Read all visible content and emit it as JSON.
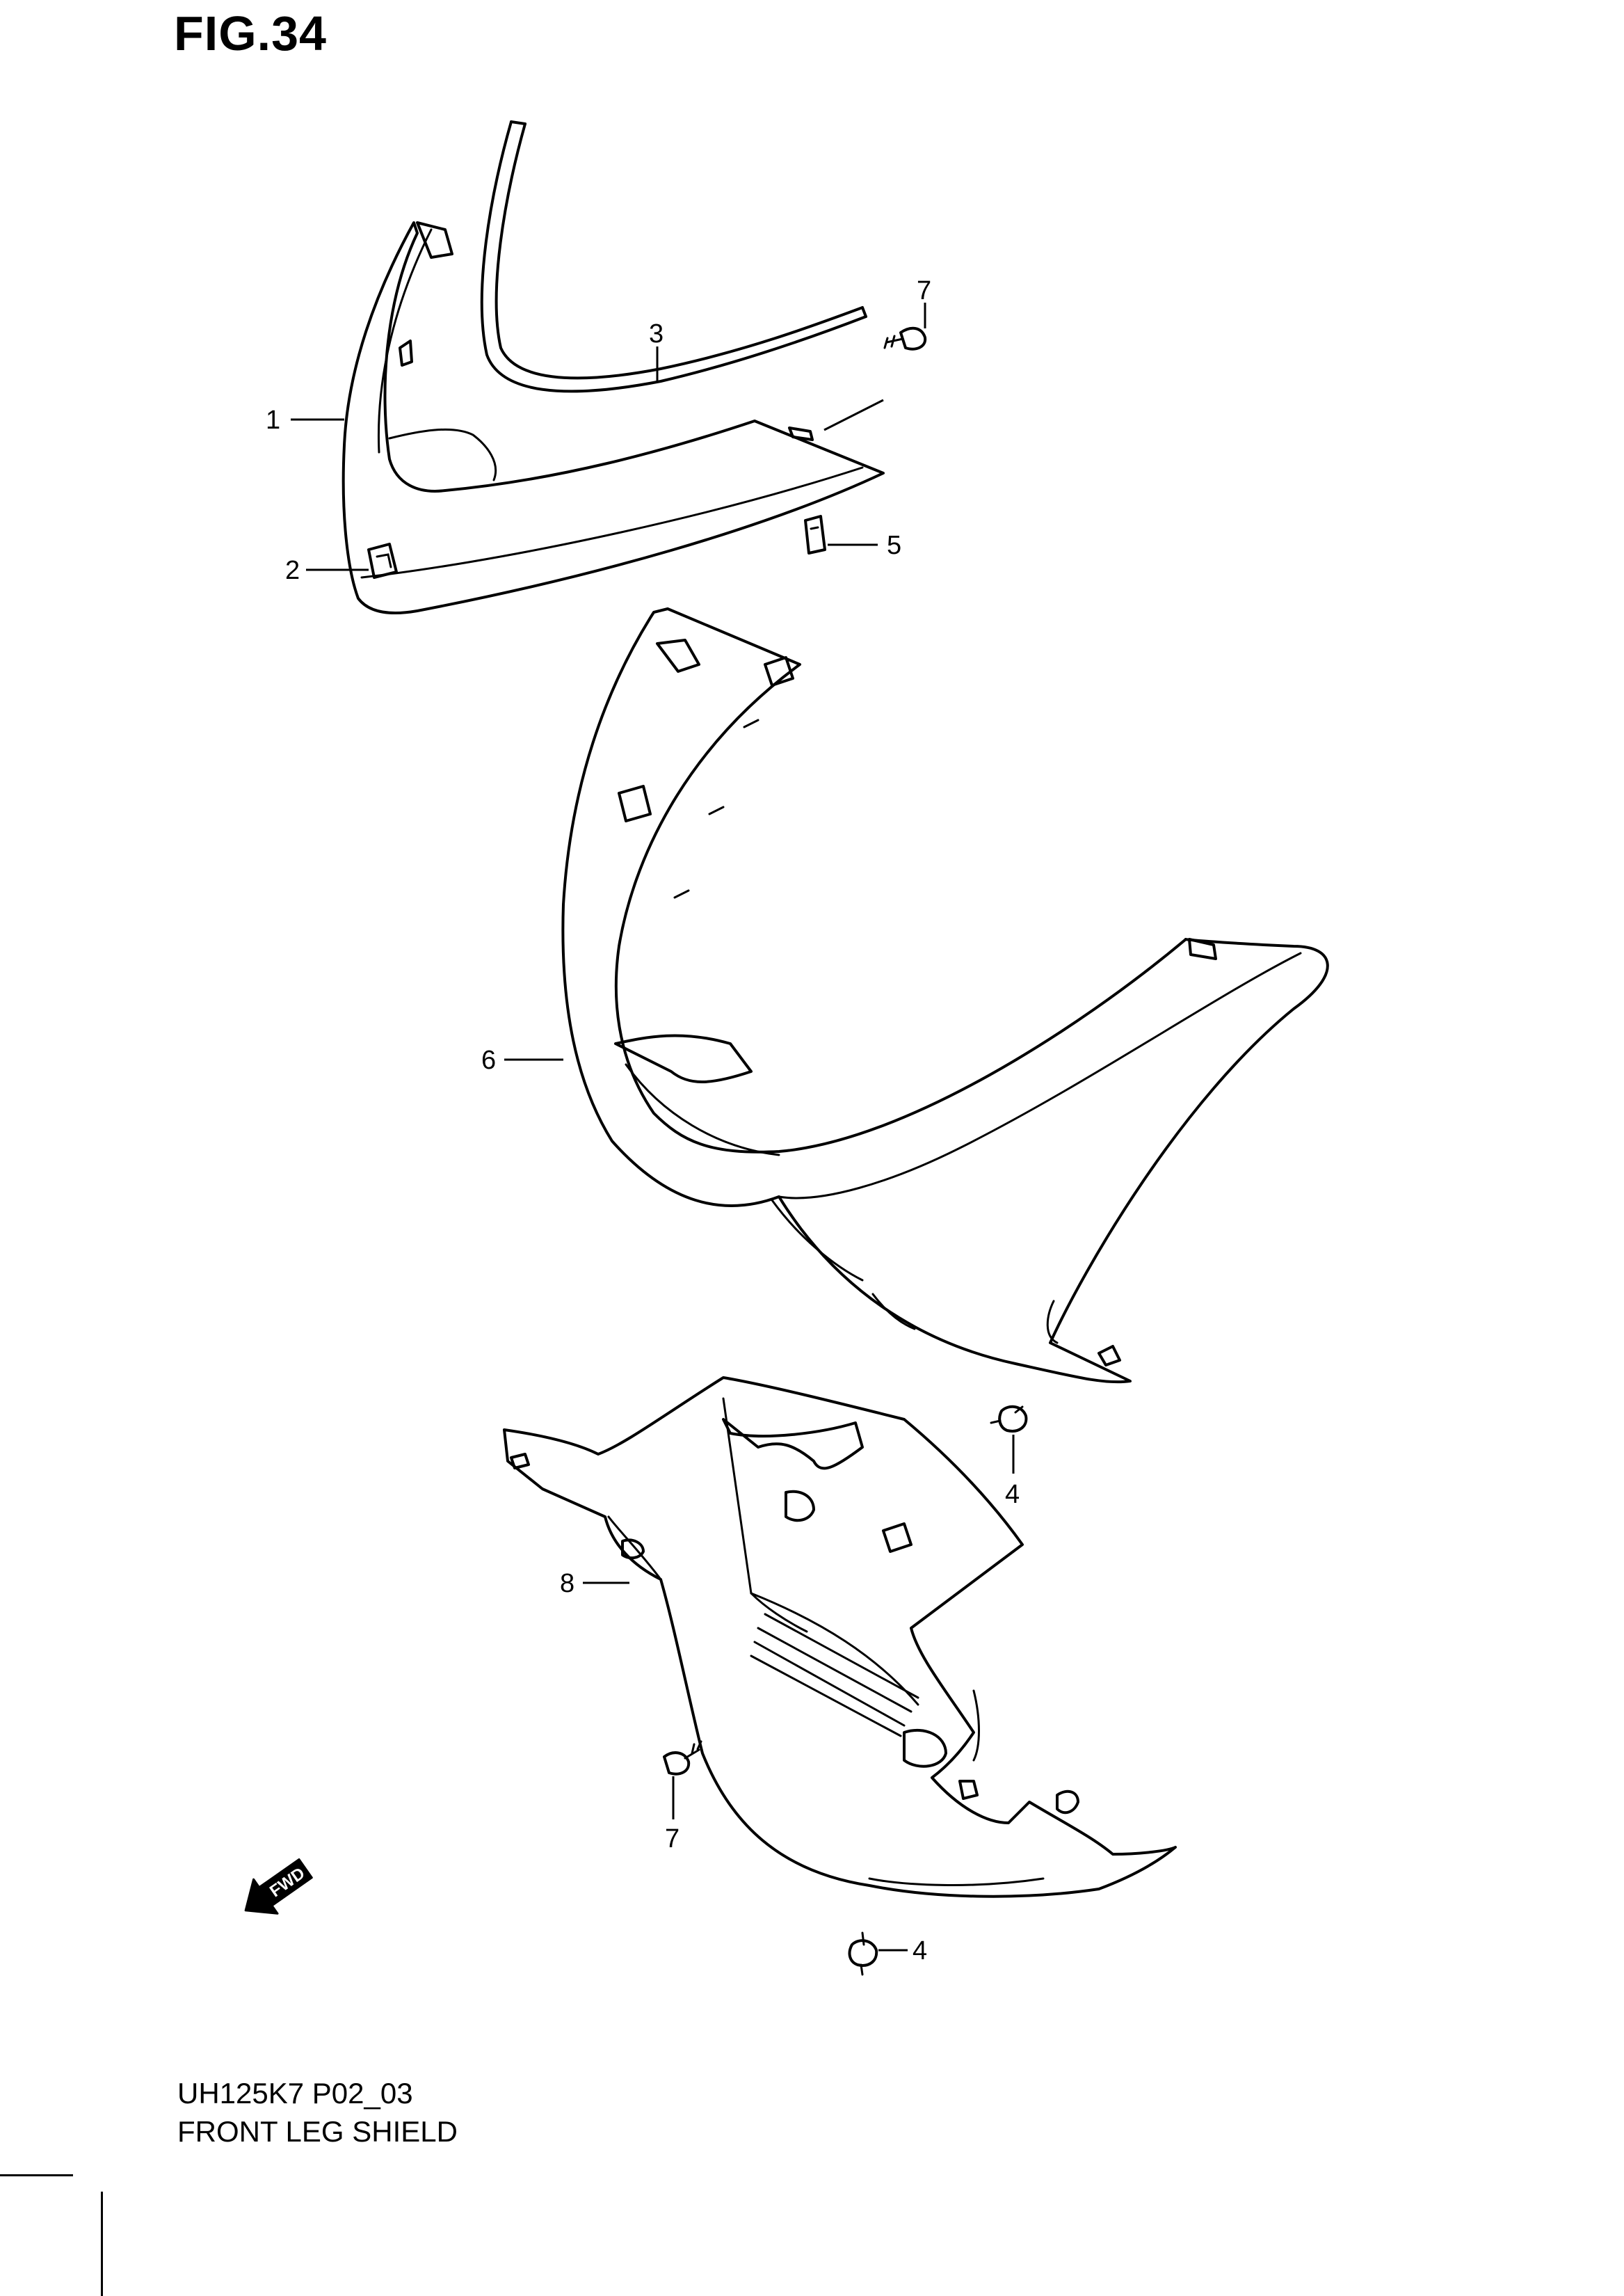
{
  "figure": {
    "title": "FIG.34"
  },
  "callouts": [
    {
      "id": "c1",
      "label": "1"
    },
    {
      "id": "c2",
      "label": "2"
    },
    {
      "id": "c3",
      "label": "3"
    },
    {
      "id": "c7a",
      "label": "7"
    },
    {
      "id": "c5",
      "label": "5"
    },
    {
      "id": "c6",
      "label": "6"
    },
    {
      "id": "c4a",
      "label": "4"
    },
    {
      "id": "c8",
      "label": "8"
    },
    {
      "id": "c7b",
      "label": "7"
    },
    {
      "id": "c4b",
      "label": "4"
    }
  ],
  "fwd_arrow": {
    "label": "FWD",
    "icon": "fwd-arrow-icon"
  },
  "footer": {
    "model_code": "UH125K7 P02_03",
    "part_name": "FRONT LEG SHIELD"
  }
}
